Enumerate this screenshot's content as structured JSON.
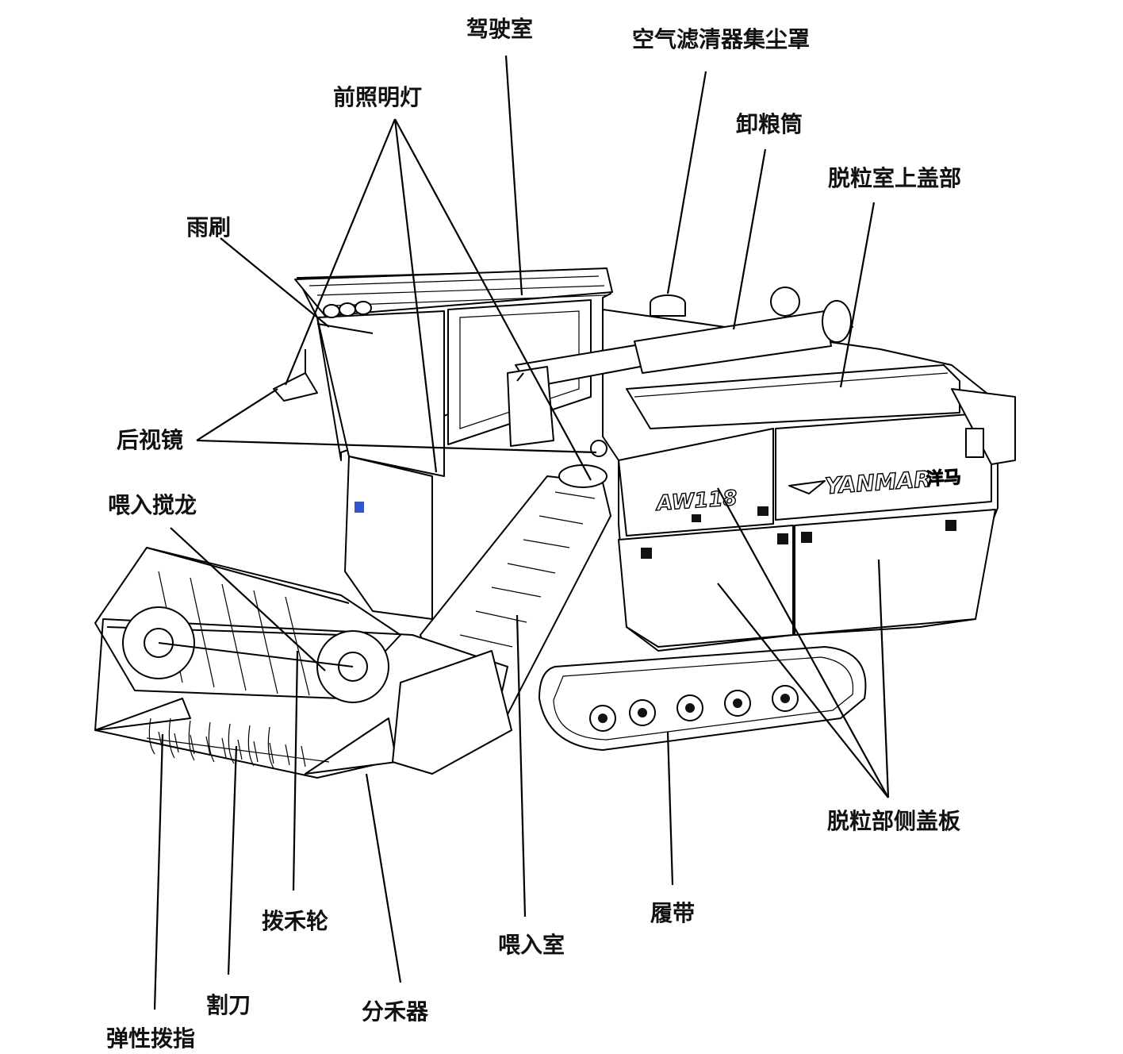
{
  "labels": {
    "cab": "驾驶室",
    "air_filter_dust_cover": "空气滤清器集尘罩",
    "headlight": "前照明灯",
    "unloading_auger": "卸粮筒",
    "thresher_top_cover": "脱粒室上盖部",
    "wiper": "雨刷",
    "rear_view_mirror": "后视镜",
    "feed_auger": "喂入搅龙",
    "thresher_side_cover": "脱粒部侧盖板",
    "reel": "拨禾轮",
    "feeder_house": "喂入室",
    "crawler_track": "履带",
    "cutter_blade": "割刀",
    "divider": "分禾器",
    "spring_tine": "弹性拨指"
  },
  "markings": {
    "model": "AW118",
    "brand": "YANMAR",
    "brand_cn": "洋马"
  }
}
